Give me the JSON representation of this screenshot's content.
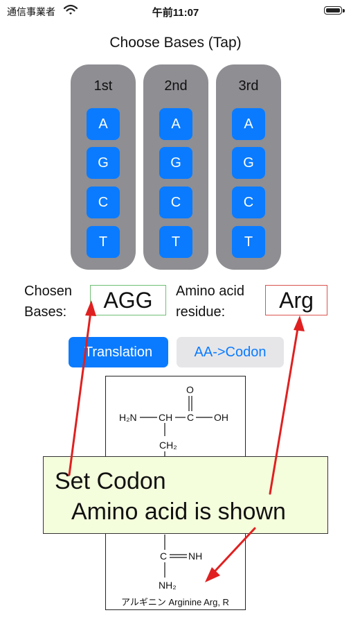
{
  "status_bar": {
    "carrier": "通信事業者",
    "time": "午前11:07"
  },
  "title": "Choose Bases (Tap)",
  "columns": [
    {
      "label": "1st",
      "bases": [
        "A",
        "G",
        "C",
        "T"
      ]
    },
    {
      "label": "2nd",
      "bases": [
        "A",
        "G",
        "C",
        "T"
      ]
    },
    {
      "label": "3rd",
      "bases": [
        "A",
        "G",
        "C",
        "T"
      ]
    }
  ],
  "chosen": {
    "label_line1": "Chosen",
    "label_line2": "Bases:",
    "value": "AGG"
  },
  "amino": {
    "label_line1": "Amino acid",
    "label_line2": "residue:",
    "value": "Arg"
  },
  "buttons": {
    "translation": "Translation",
    "aa_codon": "AA->Codon"
  },
  "structure": {
    "atoms": {
      "o": "O",
      "h2n": "H₂N",
      "ch": "CH",
      "c": "C",
      "oh": "OH",
      "ch2": "CH₂",
      "c_eq": "C",
      "nh": "NH",
      "nh2": "NH₂"
    },
    "caption": "アルギニン Arginine Arg, R"
  },
  "annotation": {
    "line1": "Set Codon",
    "line2": "Amino acid is shown"
  },
  "colors": {
    "accent": "#0a7bff",
    "column_bg": "#8e8e93",
    "callout_bg": "#f4fddc",
    "arrow": "#e02020",
    "codon_border": "#6fbf73",
    "aa_border": "#d9534f"
  }
}
